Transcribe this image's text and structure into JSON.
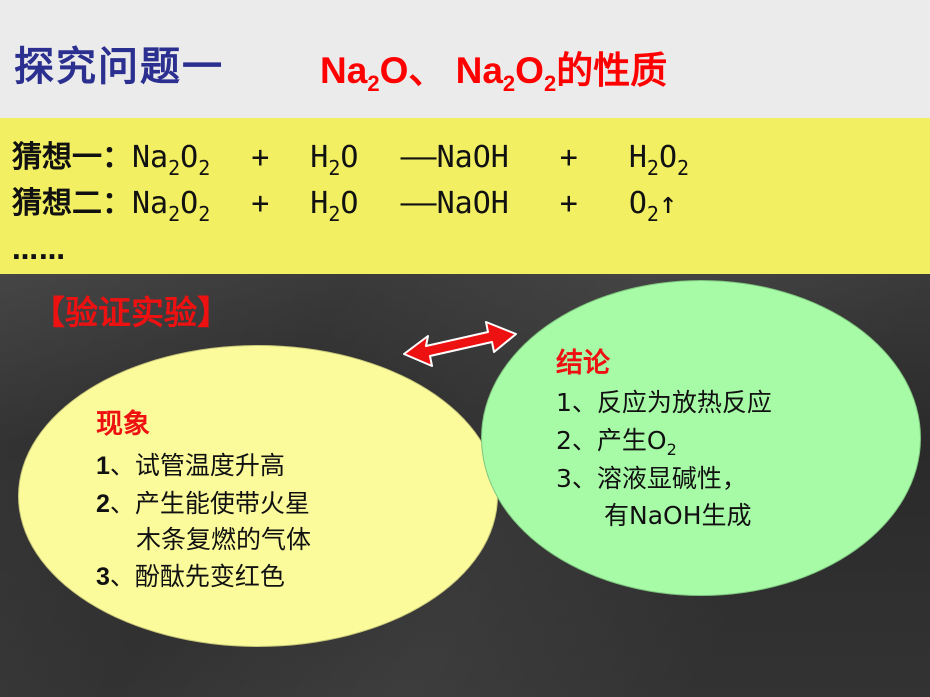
{
  "title": {
    "main": "探究问题一",
    "compound_parts": [
      "Na",
      "2",
      "O、 Na",
      "2",
      "O",
      "2",
      "的性质"
    ]
  },
  "hypotheses": [
    {
      "label": "猜想一：",
      "reactant1": [
        "Na",
        "2",
        "O",
        "2"
      ],
      "plus1": "+",
      "reactant2": [
        "H",
        "2",
        "O"
      ],
      "dash": "——",
      "product1": "NaOH",
      "plus2": "+",
      "product2": [
        "H",
        "2",
        "O",
        "2"
      ]
    },
    {
      "label": "猜想二：",
      "reactant1": [
        "Na",
        "2",
        "O",
        "2"
      ],
      "plus1": "+",
      "reactant2": [
        "H",
        "2",
        "O"
      ],
      "dash": "——",
      "product1": "NaOH",
      "plus2": "+",
      "product2": [
        "O",
        "2",
        "↑"
      ]
    }
  ],
  "ellipsis": "……",
  "section_label": "【验证实验】",
  "phenomena": {
    "title": "现象",
    "items": [
      {
        "num": "1",
        "text": "、试管温度升高"
      },
      {
        "num": "2",
        "text": "、产生能使带火星"
      },
      {
        "num": "",
        "text": "木条复燃的气体"
      },
      {
        "num": "3",
        "text": "、酚酞先变红色"
      }
    ]
  },
  "conclusion": {
    "title": "结论",
    "item1": "1、反应为放热反应",
    "item2": [
      "2、产生O",
      "2"
    ],
    "item3": "3、溶液显碱性，",
    "item3_cont": "有NaOH生成"
  },
  "colors": {
    "title_blue": "#2b2f8f",
    "title_red": "#ff0000",
    "hyp_band": "#f2ef62",
    "left_ellipse": "#fbfb9c",
    "right_ellipse": "#a7fba7",
    "arrow_red": "#ee1111"
  }
}
